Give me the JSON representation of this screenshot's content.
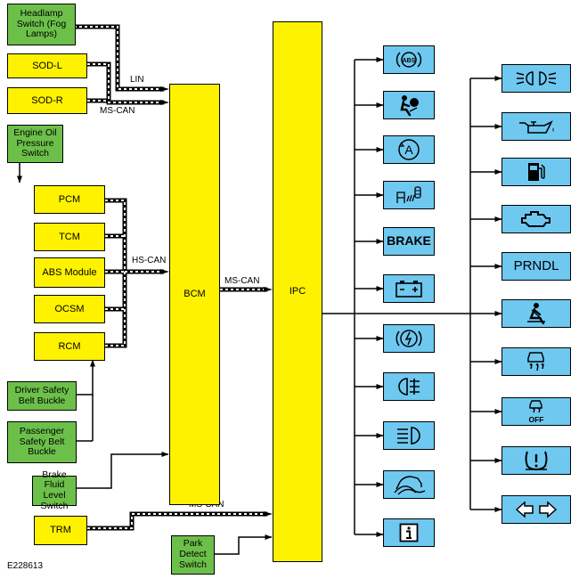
{
  "diagram": {
    "inputs_green": {
      "headlamp_switch": "Headlamp Switch (Fog Lamps)",
      "engine_oil_pressure_switch": "Engine Oil Pressure Switch",
      "driver_belt_buckle": "Driver Safety Belt Buckle",
      "passenger_belt_buckle": "Passenger Safety Belt Buckle",
      "brake_fluid_level_switch": "Brake Fluid Level Switch",
      "park_detect_switch": "Park Detect Switch"
    },
    "modules_yellow": {
      "sod_l": "SOD-L",
      "sod_r": "SOD-R",
      "pcm": "PCM",
      "tcm": "TCM",
      "abs_module": "ABS Module",
      "ocsm": "OCSM",
      "rcm": "RCM",
      "trm": "TRM",
      "bcm": "BCM",
      "ipc": "IPC"
    },
    "bus_labels": {
      "lin": "LIN",
      "ms_can_top": "MS-CAN",
      "hs_can": "HS-CAN",
      "ms_can_bcm_ipc": "MS-CAN",
      "ms_can_trm": "MS-CAN"
    },
    "indicators_column_1": [
      "abs-icon",
      "airbag-icon",
      "auto-hold-icon",
      "occupant-sensor-icon",
      "BRAKE",
      "battery-icon",
      "parking-brake-icon",
      "rear-fog-icon",
      "headlamp-icon",
      "traction-control-icon",
      "info-icon"
    ],
    "indicators_column_2": [
      "position-lamps-icon",
      "oil-pressure-icon",
      "fuel-icon",
      "check-engine-icon",
      "PRNDL",
      "seatbelt-icon",
      "stability-control-icon",
      "stability-off-icon",
      "tire-pressure-icon",
      "turn-signal-icon"
    ],
    "figure_id": "E228613",
    "off_label": "OFF",
    "colors": {
      "input": "#6cc04a",
      "module": "#fff200",
      "indicator": "#6fc8f0"
    }
  }
}
